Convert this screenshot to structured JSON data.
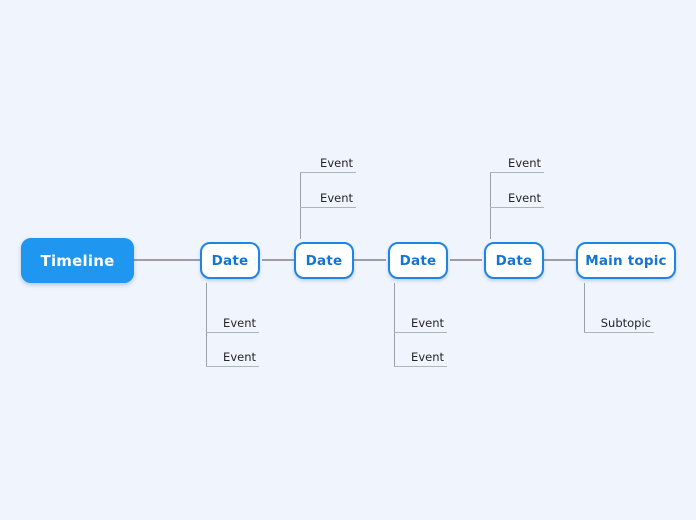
{
  "diagram": {
    "type": "timeline-mind-map",
    "background_color": "#f0f4fd",
    "accent_color": "#1e84e6",
    "root_fill_color": "#1f96ef",
    "root_text_color": "#ffffff",
    "branch_text_color": "#1474d6",
    "leaf_text_color": "#22262b",
    "connector_color": "#9aa0a6"
  },
  "root": {
    "label": "Timeline"
  },
  "branches": [
    {
      "label": "Date",
      "above": [],
      "below": [
        {
          "label": "Event"
        },
        {
          "label": "Event"
        }
      ]
    },
    {
      "label": "Date",
      "above": [
        {
          "label": "Event"
        },
        {
          "label": "Event"
        }
      ],
      "below": []
    },
    {
      "label": "Date",
      "above": [],
      "below": [
        {
          "label": "Event"
        },
        {
          "label": "Event"
        }
      ]
    },
    {
      "label": "Date",
      "above": [
        {
          "label": "Event"
        },
        {
          "label": "Event"
        }
      ],
      "below": []
    },
    {
      "label": "Main topic",
      "above": [],
      "below": [
        {
          "label": "Subtopic"
        }
      ]
    }
  ]
}
